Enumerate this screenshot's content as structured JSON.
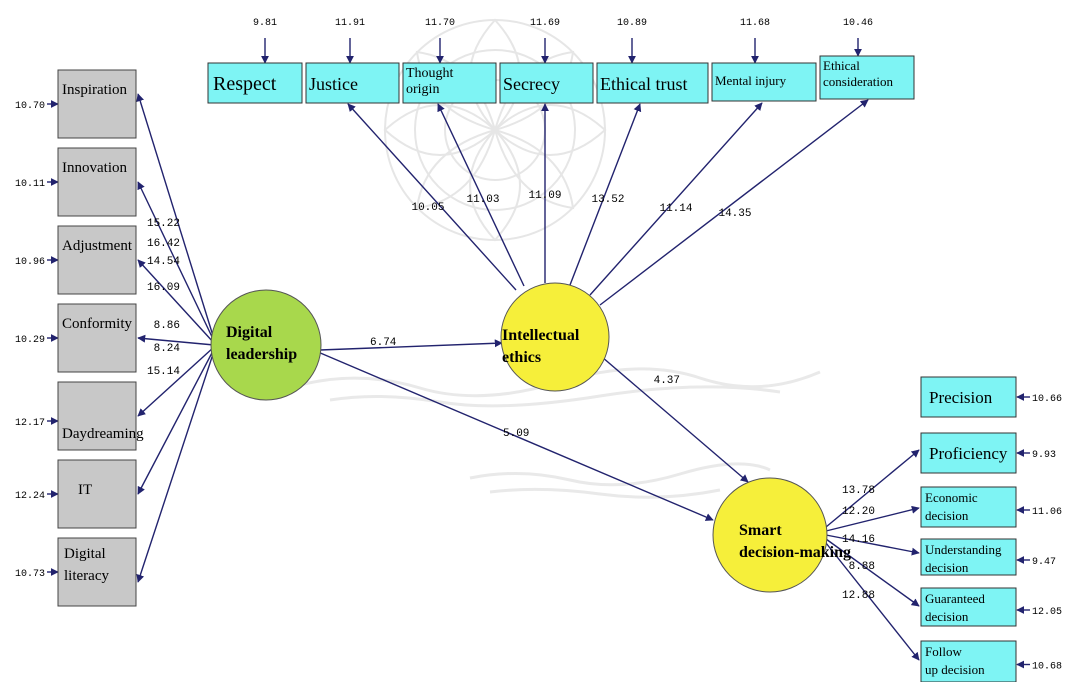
{
  "colors": {
    "observed_gray": "#c8c8c8",
    "observed_cyan": "#7ef4f4",
    "latent_green": "#a8d84c",
    "latent_yellow": "#f6ef3a",
    "arrow": "#22236e",
    "text": "#000000"
  },
  "latent": {
    "dl": "Digital leadership",
    "ie": "Intellectual ethics",
    "sdm": "Smart decision-making"
  },
  "dl_indicators": [
    {
      "label": "Inspiration",
      "error": "10.70",
      "loading": "15.22"
    },
    {
      "label": "Innovation",
      "error": "10.11",
      "loading": "16.42"
    },
    {
      "label": "Adjustment",
      "error": "10.96",
      "loading": "14.54"
    },
    {
      "label": "Conformity",
      "error": "10.29",
      "loading": "16.09"
    },
    {
      "label": "Daydreaming",
      "error": "12.17",
      "loading": "8.86"
    },
    {
      "label": "IT",
      "error": "12.24",
      "loading": "8.24"
    },
    {
      "label": "Digital literacy",
      "error": "10.73",
      "loading": "15.14"
    }
  ],
  "ie_indicators": [
    {
      "label": "Respect",
      "error": "9.81",
      "loading": ""
    },
    {
      "label": "Justice",
      "error": "11.91",
      "loading": "10.05"
    },
    {
      "label": "Thought origin",
      "error": "11.70",
      "loading": "11.03"
    },
    {
      "label": "Secrecy",
      "error": "11.69",
      "loading": "11.09"
    },
    {
      "label": "Ethical trust",
      "error": "10.89",
      "loading": "13.52"
    },
    {
      "label": "Mental injury",
      "error": "11.68",
      "loading": "11.14"
    },
    {
      "label": "Ethical consideration",
      "error": "10.46",
      "loading": "14.35"
    }
  ],
  "sdm_indicators": [
    {
      "label": "Precision",
      "error": "10.66",
      "loading": ""
    },
    {
      "label": "Proficiency",
      "error": "9.93",
      "loading": "13.78"
    },
    {
      "label": "Economic decision",
      "error": "11.06",
      "loading": "12.20"
    },
    {
      "label": "Understanding decision",
      "error": "9.47",
      "loading": "14.16"
    },
    {
      "label": "Guaranteed decision",
      "error": "12.05",
      "loading": "8.88"
    },
    {
      "label": "Follow up decision",
      "error": "10.68",
      "loading": "12.88"
    }
  ],
  "paths": {
    "dl_to_ie": "6.74",
    "ie_to_sdm": "4.37",
    "dl_to_sdm": "5.09"
  }
}
